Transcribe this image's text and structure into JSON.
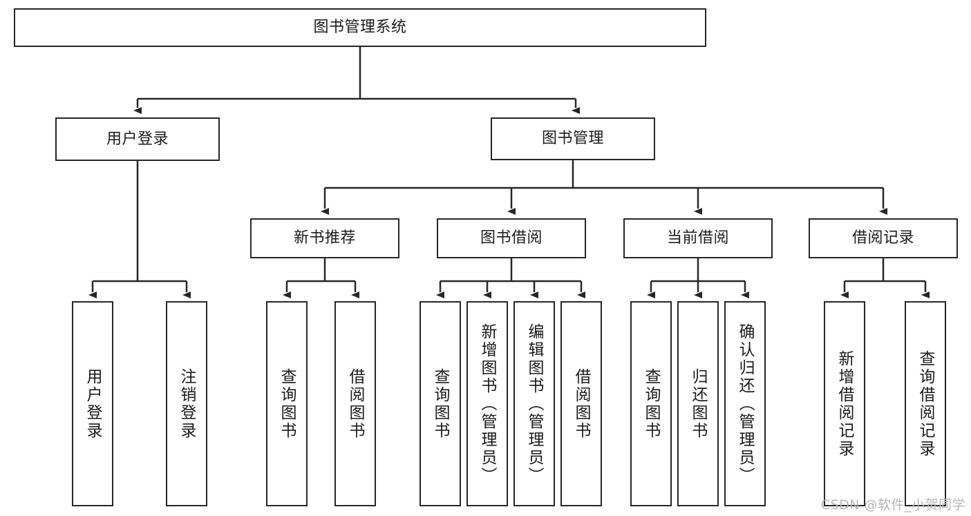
{
  "diagram": {
    "type": "tree",
    "title": "图书管理系统",
    "root": {
      "label": "图书管理系统"
    },
    "level2": [
      {
        "label": "用户登录"
      },
      {
        "label": "图书管理"
      }
    ],
    "level3": [
      {
        "label": "新书推荐"
      },
      {
        "label": "图书借阅"
      },
      {
        "label": "当前借阅"
      },
      {
        "label": "借阅记录"
      }
    ],
    "leaves": {
      "user_login": [
        {
          "label": "用户登录"
        },
        {
          "label": "注销登录"
        }
      ],
      "new_book_recommend": [
        {
          "label": "查询图书"
        },
        {
          "label": "借阅图书"
        }
      ],
      "book_borrow": [
        {
          "label": "查询图书"
        },
        {
          "label": "新增图书（管理员）"
        },
        {
          "label": "编辑图书（管理员）"
        },
        {
          "label": "借阅图书"
        }
      ],
      "current_borrow": [
        {
          "label": "查询图书"
        },
        {
          "label": "归还图书"
        },
        {
          "label": "确认归还（管理员）"
        }
      ],
      "borrow_record": [
        {
          "label": "新增借阅记录"
        },
        {
          "label": "查询借阅记录"
        }
      ]
    }
  },
  "watermark": {
    "text": "CSDN @软件_小贺同学"
  },
  "colors": {
    "stroke": "#262626",
    "text": "#1b1b1b",
    "background": "#ffffff",
    "watermark": "#b6b6b6"
  }
}
